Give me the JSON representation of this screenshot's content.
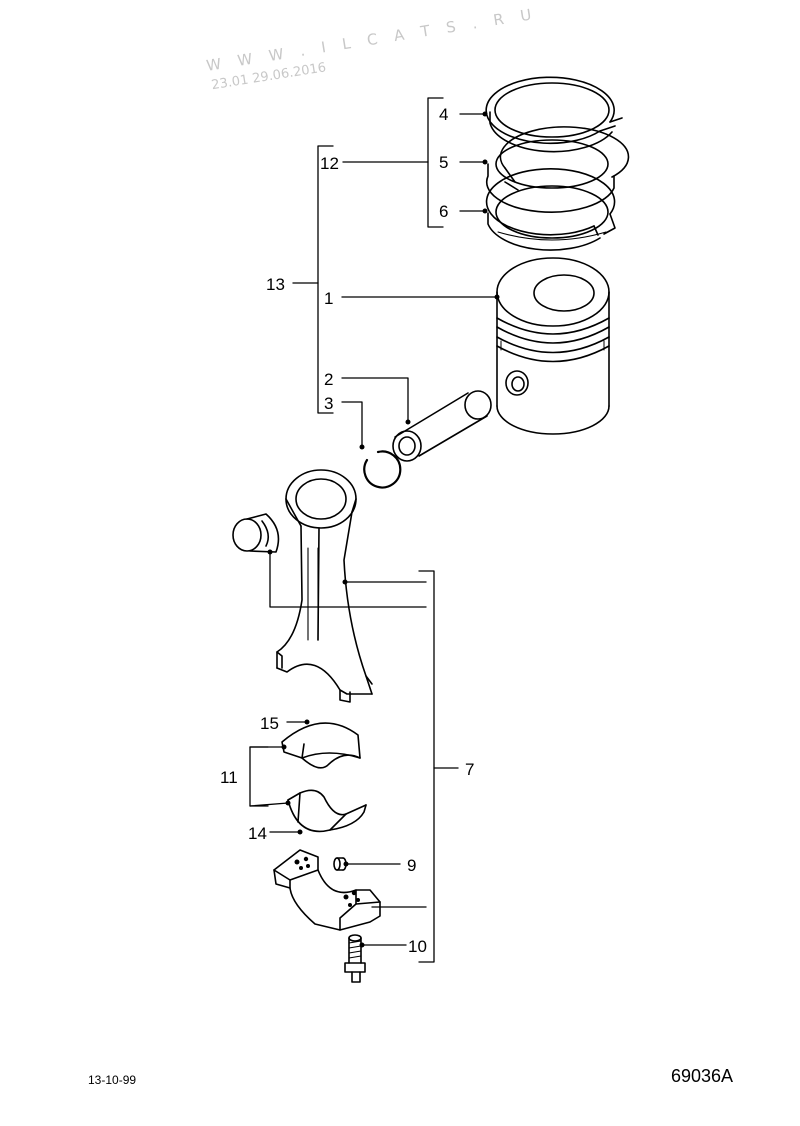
{
  "watermark": {
    "site": "W W W . I L C A T S . R U",
    "stamp": "23.01 29.06.2016"
  },
  "callouts": {
    "c1": "1",
    "c2": "2",
    "c3": "3",
    "c4": "4",
    "c5": "5",
    "c6": "6",
    "c7": "7",
    "c9": "9",
    "c10": "10",
    "c11": "11",
    "c12": "12",
    "c13": "13",
    "c14": "14",
    "c15": "15"
  },
  "footer": {
    "date": "13-10-99",
    "code": "69036A"
  }
}
